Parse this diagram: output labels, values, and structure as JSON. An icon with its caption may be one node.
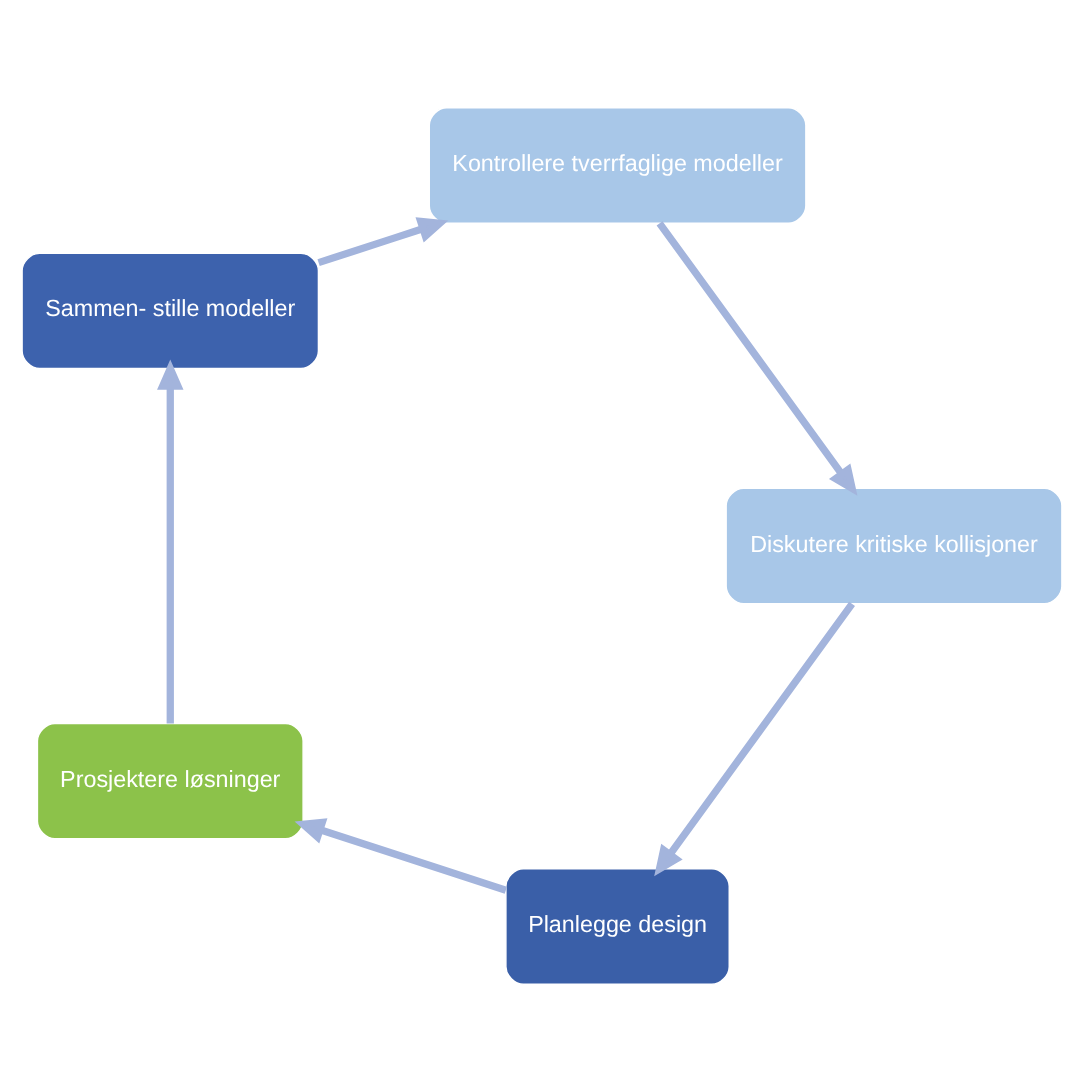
{
  "diagram": {
    "nodes": [
      {
        "text": [
          "Planlegge design"
        ]
      },
      {
        "text": [
          "Prosjektere løsninger"
        ]
      },
      {
        "text": [
          "Sammen- stille modeller"
        ]
      },
      {
        "text": [
          "Kontrollere tverrfaglige modeller"
        ]
      },
      {
        "text": [
          "Diskutere kritiske kollisjoner"
        ]
      }
    ],
    "edges": [
      {
        "from": 4,
        "to": 0,
        "arrow": "to"
      },
      {
        "from": 0,
        "to": 1,
        "arrow": "to"
      },
      {
        "from": 1,
        "to": 2,
        "arrow": "to"
      },
      {
        "from": 2,
        "to": 3,
        "arrow": "to"
      },
      {
        "from": 3,
        "to": 4,
        "arrow": "to"
      }
    ]
  }
}
